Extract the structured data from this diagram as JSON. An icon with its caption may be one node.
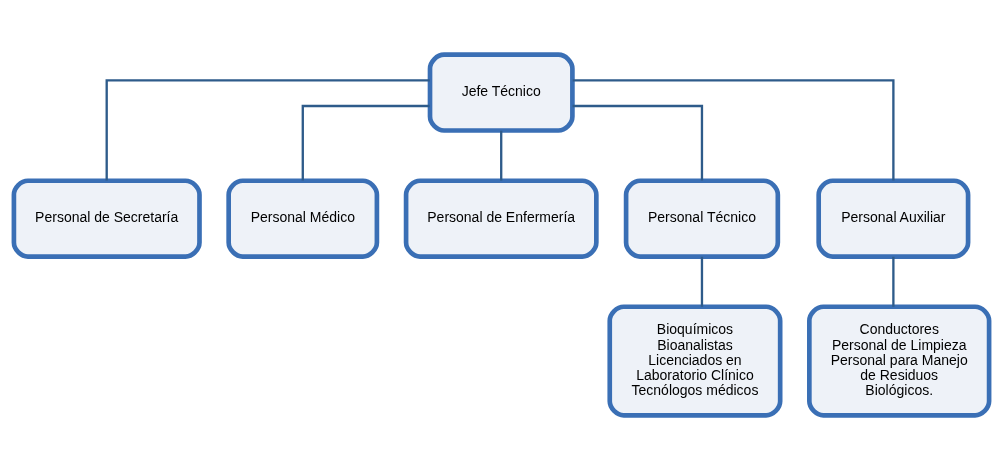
{
  "diagram": {
    "nodes": [
      {
        "text": [
          "Jefe Técnico"
        ]
      },
      {
        "text": [
          "Personal de Secretaría"
        ]
      },
      {
        "text": [
          "Personal Médico"
        ]
      },
      {
        "text": [
          "Personal de Enfermería"
        ]
      },
      {
        "text": [
          "Personal Técnico"
        ]
      },
      {
        "text": [
          "Personal Auxiliar"
        ]
      },
      {
        "text": [
          "Bioquímicos",
          "Bioanalistas",
          "Licenciados en Laboratorio Clínico",
          "Tecnólogos médicos"
        ]
      },
      {
        "text": [
          "Conductores",
          "Personal de Limpieza",
          "Personal para Manejo de Residuos Biológicos."
        ]
      }
    ],
    "edges": [
      {
        "from": 0,
        "to": 1,
        "arrow": "none"
      },
      {
        "from": 0,
        "to": 2,
        "arrow": "none"
      },
      {
        "from": 0,
        "to": 3,
        "arrow": "none"
      },
      {
        "from": 0,
        "to": 4,
        "arrow": "none"
      },
      {
        "from": 0,
        "to": 5,
        "arrow": "none"
      },
      {
        "from": 4,
        "to": 6,
        "arrow": "none"
      },
      {
        "from": 5,
        "to": 7,
        "arrow": "none"
      }
    ]
  }
}
